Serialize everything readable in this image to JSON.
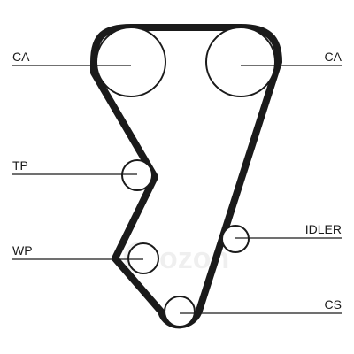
{
  "labels": {
    "ca_left": "CA",
    "ca_right": "CA",
    "tp": "TP",
    "wp": "WP",
    "idler": "IDLER",
    "cs": "CS"
  },
  "watermark": {
    "text": "ozon"
  },
  "colors": {
    "line": "#1a1a1a",
    "background": "#ffffff"
  }
}
